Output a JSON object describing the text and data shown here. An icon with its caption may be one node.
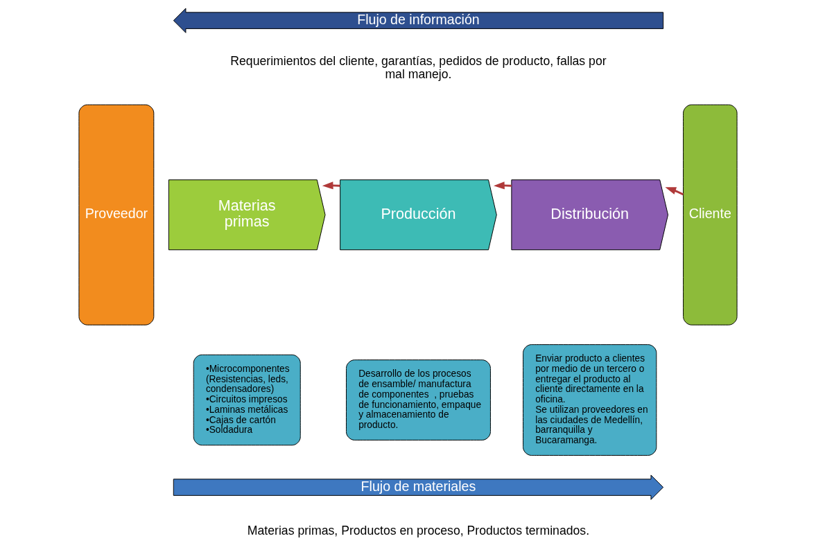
{
  "diagram": {
    "nodes": [
      {
        "text": [
          "Flujo de información"
        ],
        "beside": [
          "Requerimientos del cliente, garantías, pedidos de producto, fallas por mal manejo."
        ]
      },
      {
        "text": [
          "Proveedor"
        ]
      },
      {
        "text": [
          "Materias primas"
        ]
      },
      {
        "text": [
          "Producción"
        ]
      },
      {
        "text": [
          "Distribución"
        ]
      },
      {
        "text": [
          "Cliente"
        ]
      },
      {
        "text": [
          "•Microcomponentes (Resistencias, leds, condensadores)",
          "•Circuitos impresos",
          "•Laminas metálicas",
          "•Cajas de cartón",
          "•Soldadura"
        ]
      },
      {
        "text": [
          "Desarrollo de los procesos de ensamble/ manufactura  de componentes  , pruebas de funcionamiento, empaque y almacenamiento de producto."
        ]
      },
      {
        "text": [
          "Enviar producto a clientes por medio de un tercero o entregar el producto al cliente directamente en la oficina.",
          "Se utilizan proveedores en las ciudades de Medellín, barranquilla y Bucaramanga."
        ]
      },
      {
        "text": [
          "Flujo de materiales"
        ],
        "beside": [
          "Materias primas, Productos en proceso, Productos terminados."
        ]
      }
    ],
    "edges": [
      {
        "from": 3,
        "to": 2,
        "arrow": "to"
      },
      {
        "from": 4,
        "to": 3,
        "arrow": "to"
      },
      {
        "from": 5,
        "to": 4,
        "arrow": "to"
      }
    ]
  }
}
